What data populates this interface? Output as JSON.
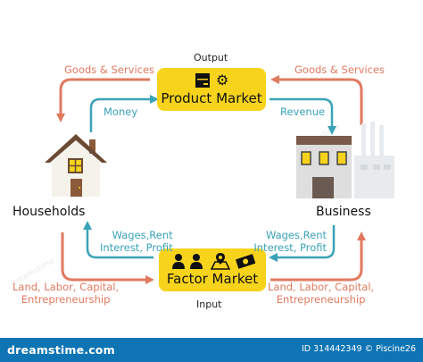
{
  "diagram": {
    "output_label": "Output",
    "input_label": "Input",
    "product_market": "Product Market",
    "factor_market": "Factor Market",
    "households": "Households",
    "business": "Business",
    "goods_services_left": "Goods & Services",
    "goods_services_right": "Goods & Services",
    "money": "Money",
    "revenue": "Revenue",
    "wages_left": [
      "Wages,Rent",
      "Interest, Profit"
    ],
    "wages_right": [
      "Wages,Rent",
      "Interest, Profit"
    ],
    "factors_left": [
      "Land, Labor, Capital,",
      "Entrepreneurship"
    ],
    "factors_right": [
      "Land, Labor, Capital,",
      "Entrepreneurship"
    ]
  },
  "colors": {
    "orange_flow": "#e07a5f",
    "teal_flow": "#3aa3b8",
    "market_fill": "#f7d31c"
  },
  "footer": {
    "brand": "dreamstime.com",
    "id_text": "ID 314442349 © Piscine26"
  }
}
